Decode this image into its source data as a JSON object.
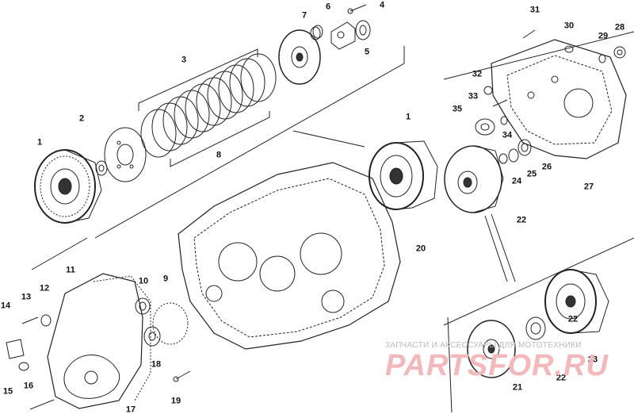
{
  "diagram": {
    "callouts": [
      {
        "id": "c1a",
        "label": "1"
      },
      {
        "id": "c1b",
        "label": "1"
      },
      {
        "id": "c2",
        "label": "2"
      },
      {
        "id": "c3",
        "label": "3"
      },
      {
        "id": "c4",
        "label": "4"
      },
      {
        "id": "c5",
        "label": "5"
      },
      {
        "id": "c6",
        "label": "6"
      },
      {
        "id": "c7",
        "label": "7"
      },
      {
        "id": "c8",
        "label": "8"
      },
      {
        "id": "c9",
        "label": "9"
      },
      {
        "id": "c10",
        "label": "10"
      },
      {
        "id": "c11",
        "label": "11"
      },
      {
        "id": "c12",
        "label": "12"
      },
      {
        "id": "c13",
        "label": "13"
      },
      {
        "id": "c14",
        "label": "14"
      },
      {
        "id": "c15",
        "label": "15"
      },
      {
        "id": "c16",
        "label": "16"
      },
      {
        "id": "c17",
        "label": "17"
      },
      {
        "id": "c18",
        "label": "18"
      },
      {
        "id": "c19",
        "label": "19"
      },
      {
        "id": "c20",
        "label": "20"
      },
      {
        "id": "c21",
        "label": "21"
      },
      {
        "id": "c22a",
        "label": "22"
      },
      {
        "id": "c22b",
        "label": "22"
      },
      {
        "id": "c22c",
        "label": "22"
      },
      {
        "id": "c23",
        "label": "23"
      },
      {
        "id": "c24",
        "label": "24"
      },
      {
        "id": "c25",
        "label": "25"
      },
      {
        "id": "c26",
        "label": "26"
      },
      {
        "id": "c27",
        "label": "27"
      },
      {
        "id": "c28",
        "label": "28"
      },
      {
        "id": "c29",
        "label": "29"
      },
      {
        "id": "c30",
        "label": "30"
      },
      {
        "id": "c31",
        "label": "31"
      },
      {
        "id": "c32",
        "label": "32"
      },
      {
        "id": "c33",
        "label": "33"
      },
      {
        "id": "c34",
        "label": "34"
      },
      {
        "id": "c35",
        "label": "35"
      }
    ]
  },
  "watermark": {
    "subtitle": "ЗАПЧАСТИ И АКСЕССУАРЫ ДЛЯ МОТОТЕХНИКИ",
    "brand": "PARTSFOR.RU"
  }
}
